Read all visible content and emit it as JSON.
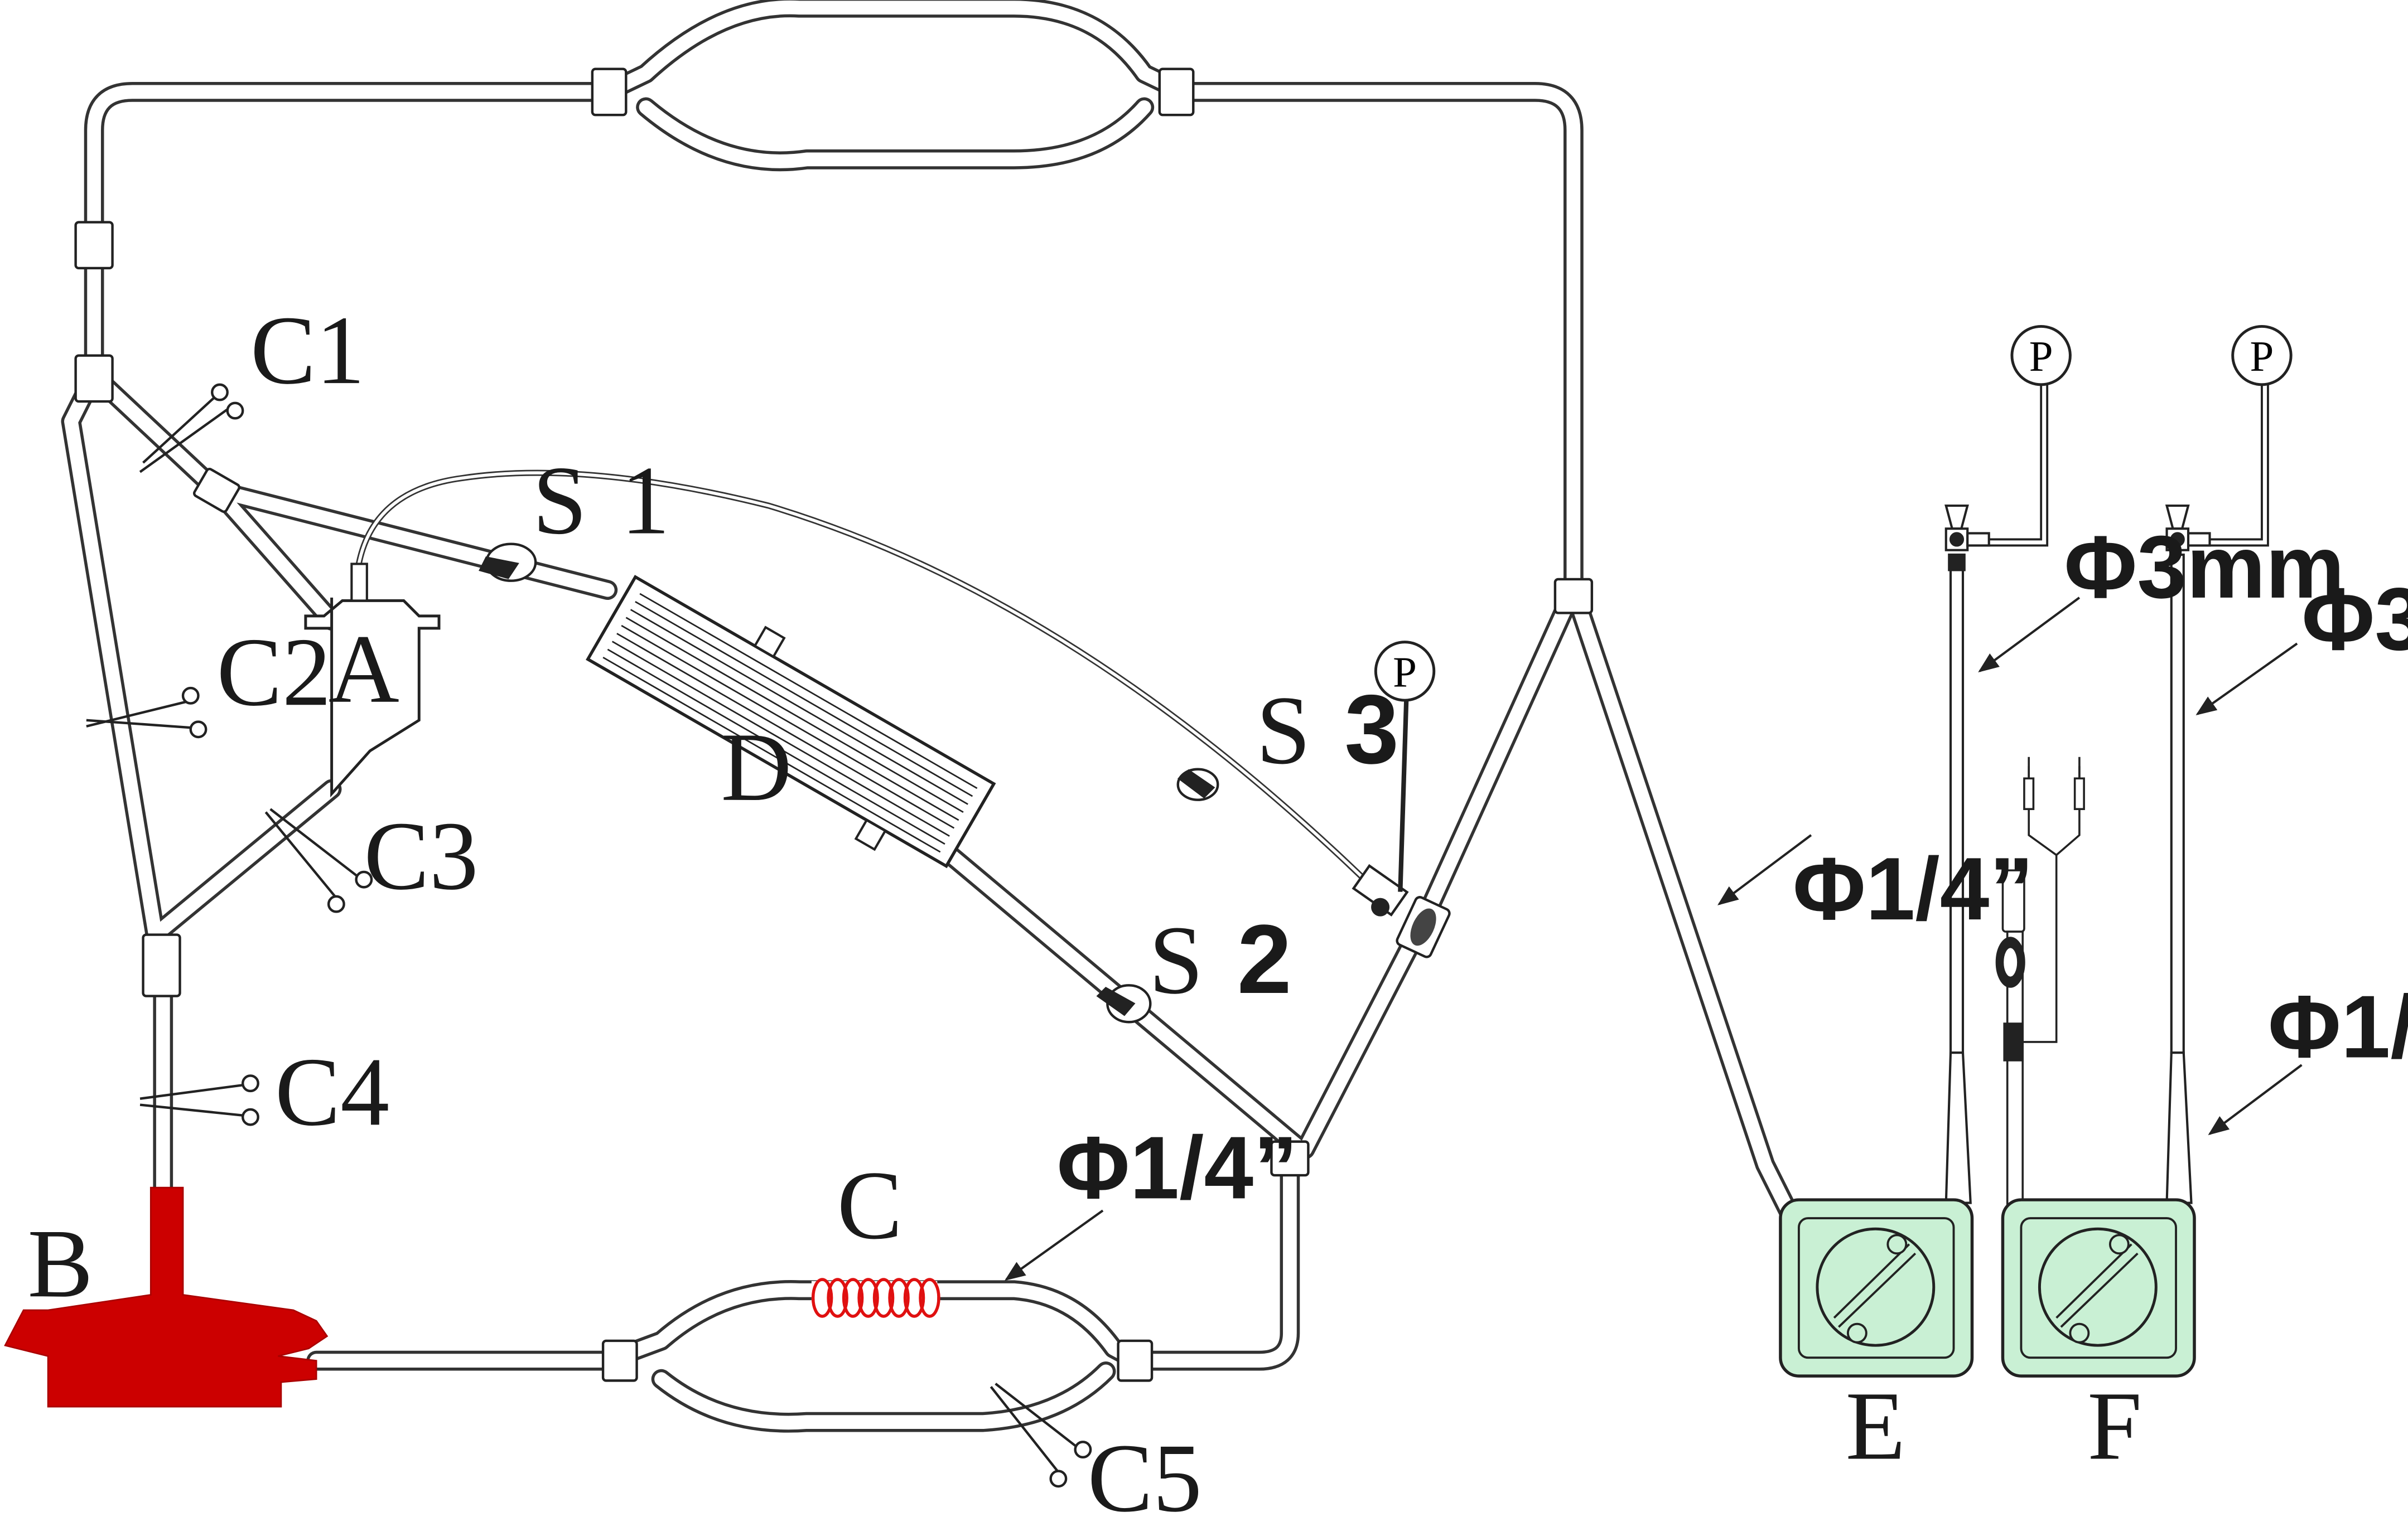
{
  "labels": {
    "A": "A",
    "B": "B",
    "C": "C",
    "D": "D",
    "E": "E",
    "F": "F",
    "C1": "C1",
    "C2": "C2",
    "C3": "C3",
    "C4": "C4",
    "C5": "C5",
    "S1_prefix": "S",
    "S1_num": "1",
    "S2_prefix": "S",
    "S2_num": "2",
    "S3_prefix": "S",
    "S3_num": "3",
    "gauge": "P",
    "dim_quarter": "Φ1/4”",
    "dim_3mm": "Φ3mm"
  },
  "colors": {
    "tube_stroke": "#333333",
    "pump_fill": "#cc0000",
    "heater_coil": "#e01010",
    "reservoir_fill": "#c9f0d4",
    "line": "#222222"
  }
}
